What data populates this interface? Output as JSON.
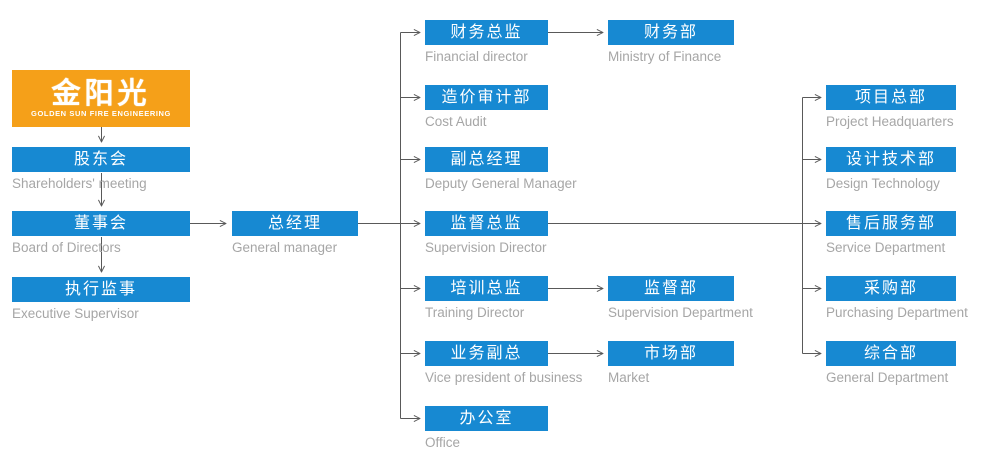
{
  "logo": {
    "title": "金阳光",
    "subtitle": "GOLDEN SUN FIRE ENGINEERING"
  },
  "colors": {
    "box_blue": "#1789d2",
    "logo_orange": "#f5a019",
    "line_gray": "#595959",
    "label_gray": "#a6a6a6"
  },
  "nodes": {
    "shareholders": {
      "zh": "股东会",
      "en": "Shareholders' meeting"
    },
    "board": {
      "zh": "董事会",
      "en": "Board of Directors"
    },
    "executive_supervisor": {
      "zh": "执行监事",
      "en": "Executive Supervisor"
    },
    "general_manager": {
      "zh": "总经理",
      "en": "General manager"
    },
    "financial_director": {
      "zh": "财务总监",
      "en": "Financial director"
    },
    "cost_audit": {
      "zh": "造价审计部",
      "en": "Cost Audit"
    },
    "deputy_general_manager": {
      "zh": "副总经理",
      "en": "Deputy General Manager"
    },
    "supervision_director": {
      "zh": "监督总监",
      "en": "Supervision Director"
    },
    "training_director": {
      "zh": "培训总监",
      "en": "Training Director"
    },
    "vice_president_business": {
      "zh": "业务副总",
      "en": "Vice president of business"
    },
    "office": {
      "zh": "办公室",
      "en": "Office"
    },
    "finance_dept": {
      "zh": "财务部",
      "en": "Ministry of Finance"
    },
    "supervision_dept": {
      "zh": "监督部",
      "en": "Supervision Department"
    },
    "market_dept": {
      "zh": "市场部",
      "en": "Market"
    },
    "project_headquarters": {
      "zh": "项目总部",
      "en": "Project Headquarters"
    },
    "design_technology": {
      "zh": "设计技术部",
      "en": "Design Technology"
    },
    "service_dept": {
      "zh": "售后服务部",
      "en": "Service Department"
    },
    "purchasing_dept": {
      "zh": "采购部",
      "en": "Purchasing Department"
    },
    "general_dept": {
      "zh": "综合部",
      "en": "General Department"
    }
  }
}
